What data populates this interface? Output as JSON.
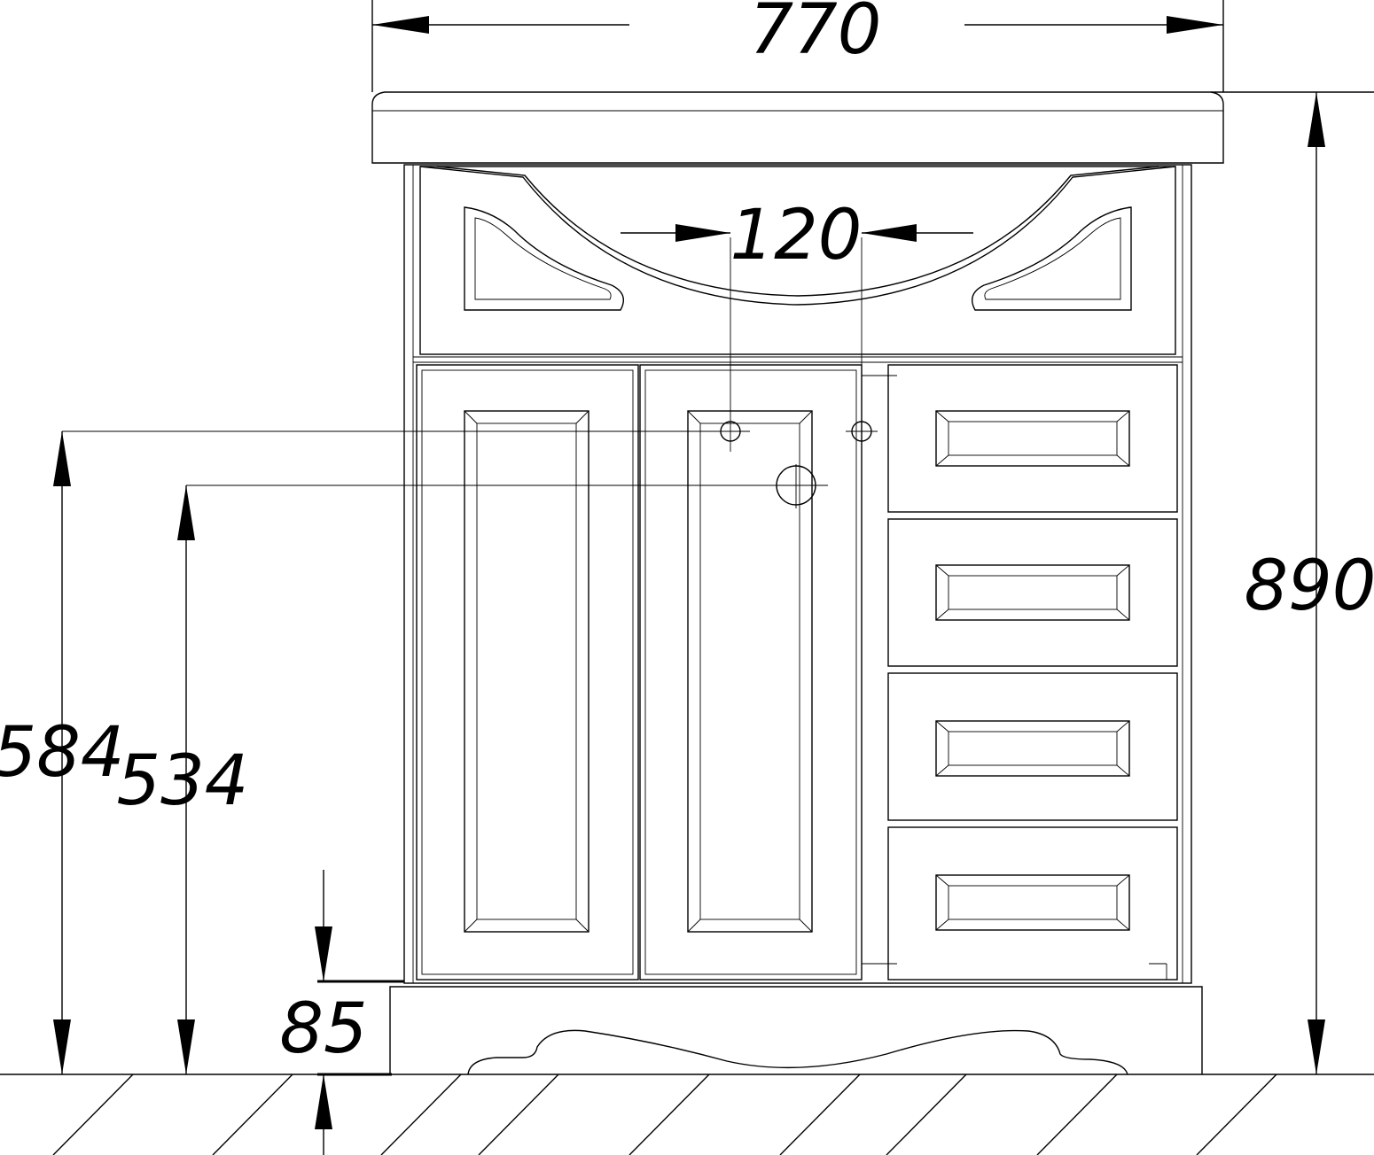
{
  "dimensions": {
    "overall_width": "770",
    "faucet_spacing": "120",
    "overall_height": "890",
    "water_inlet_height": "584",
    "drain_height": "534",
    "plinth_height": "85"
  }
}
